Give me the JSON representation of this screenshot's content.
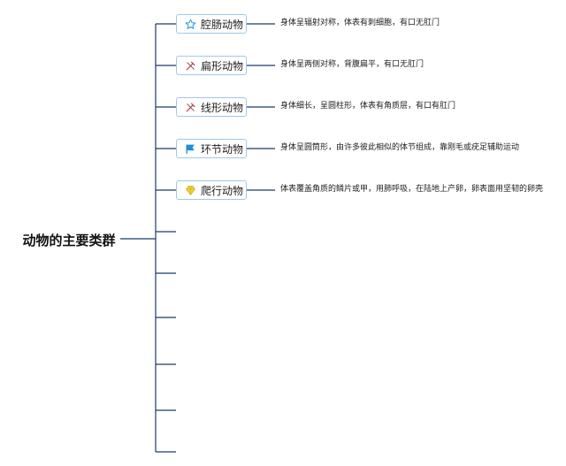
{
  "root": {
    "label": "动物的主要类群"
  },
  "branches": [
    {
      "label": "腔肠动物",
      "icon": "star-outline-icon",
      "icon_color": "#3aa0e0",
      "description": "身体呈辐射对称，体表有刺细胞，有口无肛门"
    },
    {
      "label": "扁形动物",
      "icon": "tools-icon",
      "icon_color": "#e0394a",
      "description": "身体呈两侧对称，背腹扁平，有口无肛门"
    },
    {
      "label": "线形动物",
      "icon": "tools-icon",
      "icon_color": "#e0394a",
      "description": "身体细长，呈圆柱形，体表有角质层，有口有肛门"
    },
    {
      "label": "环节动物",
      "icon": "flag-icon",
      "icon_color": "#1f8fd6",
      "description": "身体呈圆筒形，由许多彼此相似的体节组成，靠刚毛或疣足辅助运动"
    },
    {
      "label": "爬行动物",
      "icon": "diamond-icon",
      "icon_color": "#e6c21a",
      "description": "体表覆盖角质的鳞片或甲，用肺呼吸，在陆地上产卵，卵表面用坚韧的卵壳"
    }
  ],
  "empty_branch_count": 6,
  "colors": {
    "connector": "#1b3a6b",
    "node_border": "#9fc9e6"
  }
}
